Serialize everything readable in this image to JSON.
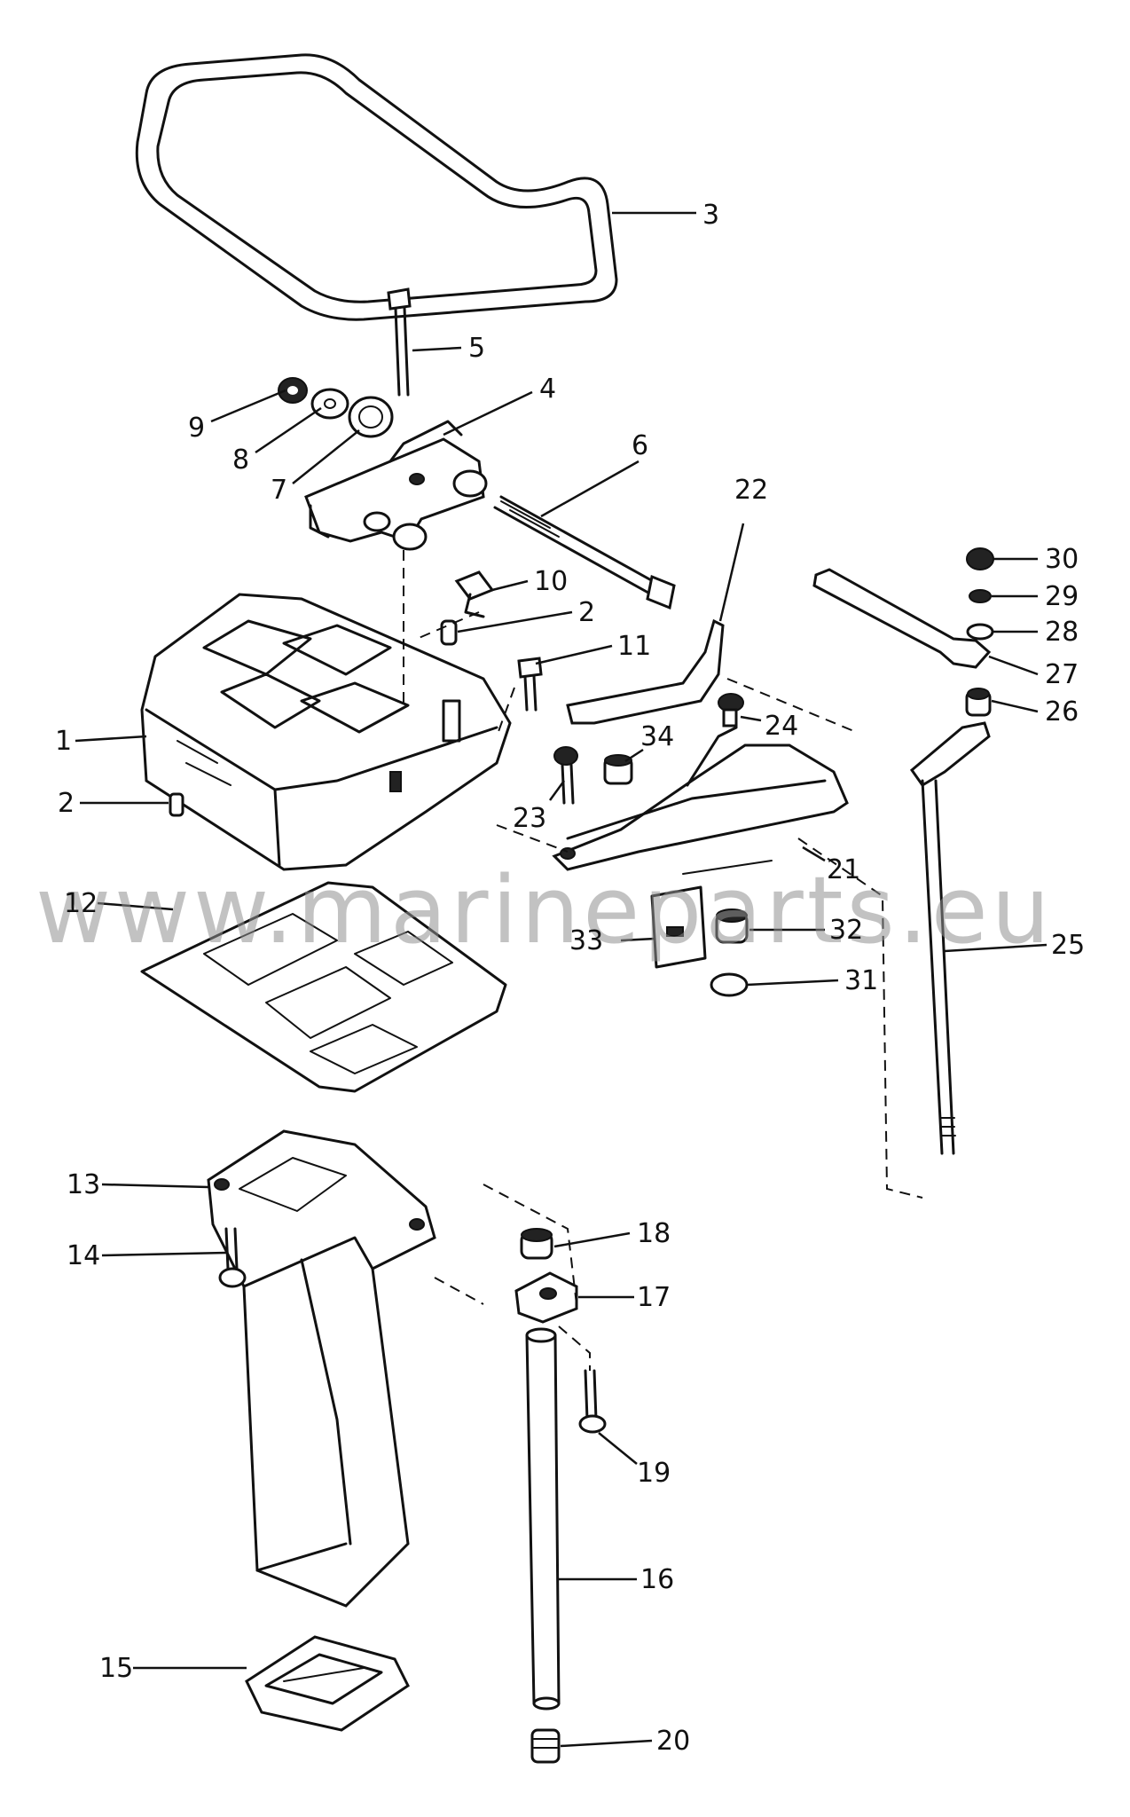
{
  "watermark": "www.marineparts.eu",
  "callouts": [
    {
      "id": "3",
      "label": "3"
    },
    {
      "id": "5",
      "label": "5"
    },
    {
      "id": "4",
      "label": "4"
    },
    {
      "id": "9",
      "label": "9"
    },
    {
      "id": "8",
      "label": "8"
    },
    {
      "id": "7",
      "label": "7"
    },
    {
      "id": "6",
      "label": "6"
    },
    {
      "id": "22",
      "label": "22"
    },
    {
      "id": "30",
      "label": "30"
    },
    {
      "id": "29",
      "label": "29"
    },
    {
      "id": "28",
      "label": "28"
    },
    {
      "id": "27",
      "label": "27"
    },
    {
      "id": "26",
      "label": "26"
    },
    {
      "id": "10",
      "label": "10"
    },
    {
      "id": "2a",
      "label": "2"
    },
    {
      "id": "11",
      "label": "11"
    },
    {
      "id": "1",
      "label": "1"
    },
    {
      "id": "2b",
      "label": "2"
    },
    {
      "id": "24",
      "label": "24"
    },
    {
      "id": "34",
      "label": "34"
    },
    {
      "id": "23",
      "label": "23"
    },
    {
      "id": "21",
      "label": "21"
    },
    {
      "id": "12",
      "label": "12"
    },
    {
      "id": "33",
      "label": "33"
    },
    {
      "id": "32",
      "label": "32"
    },
    {
      "id": "31",
      "label": "31"
    },
    {
      "id": "25",
      "label": "25"
    },
    {
      "id": "13",
      "label": "13"
    },
    {
      "id": "18",
      "label": "18"
    },
    {
      "id": "17",
      "label": "17"
    },
    {
      "id": "14",
      "label": "14"
    },
    {
      "id": "19",
      "label": "19"
    },
    {
      "id": "16",
      "label": "16"
    },
    {
      "id": "15",
      "label": "15"
    },
    {
      "id": "20",
      "label": "20"
    }
  ]
}
